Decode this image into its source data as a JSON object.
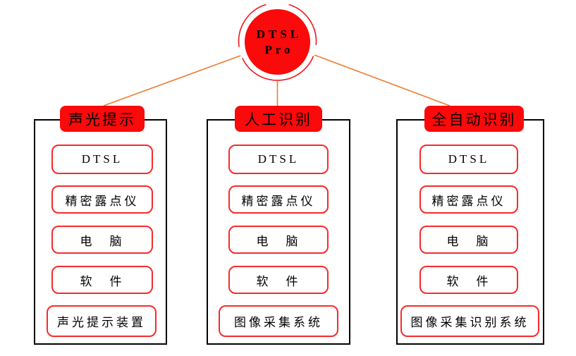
{
  "root": {
    "title_line1": "DTSL",
    "title_line2": "Pro"
  },
  "columns": [
    {
      "header": "声光提示",
      "items": [
        "DTSL",
        "精密露点仪",
        "电　脑",
        "软　件",
        "声光提示装置"
      ]
    },
    {
      "header": "人工识别",
      "items": [
        "DTSL",
        "精密露点仪",
        "电　脑",
        "软　件",
        "图像采集系统"
      ]
    },
    {
      "header": "全自动识别",
      "items": [
        "DTSL",
        "精密露点仪",
        "电　脑",
        "软　件",
        "图像采集识别系统"
      ]
    }
  ],
  "colors": {
    "node_red": "#fa0a0a",
    "ring_red": "#f0181e",
    "connector_orange": "#ed7d31",
    "item_border_red": "#f62b2b",
    "panel_border_black": "#000000",
    "text_black": "#000000",
    "background": "#ffffff"
  }
}
